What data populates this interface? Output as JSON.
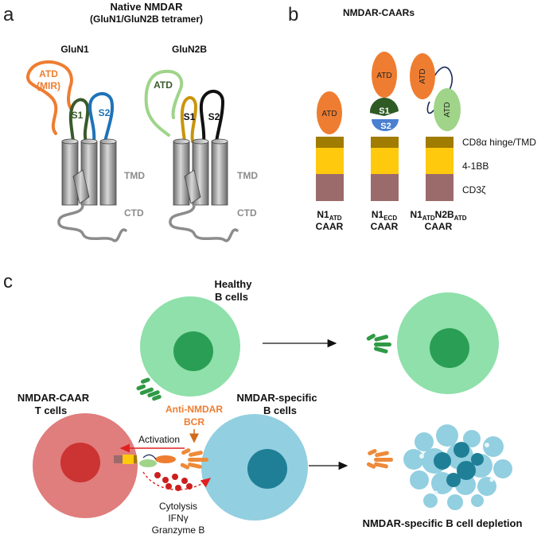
{
  "colors": {
    "orange": "#ee7d31",
    "darkgreen": "#3a5a2a",
    "blue": "#1f73b8",
    "lightgreen": "#9fd489",
    "goldline": "#c9950a",
    "gray": "#8c8c8c",
    "olive": "#a07c00",
    "yellow": "#ffc90e",
    "mauve": "#9b6b6b",
    "healthy_cell": "#8fe0aa",
    "healthy_nucleus": "#2a9e55",
    "tcell": "#e07d7d",
    "tcell_nucleus": "#cc3333",
    "bcell": "#92cfe0",
    "bcell_nucleus": "#1f7f96",
    "antibody_green": "#2f9a45",
    "antibody_orange": "#ee8a3a",
    "red": "#cc1f1f"
  },
  "panel_a": {
    "letter": "a",
    "title_line1": "Native NMDAR",
    "title_line2": "(GluN1/GluN2B tetramer)",
    "glun1": "GluN1",
    "glun2b": "GluN2B",
    "atd_mir_1": "ATD",
    "atd_mir_2": "(MIR)",
    "s1": "S1",
    "s2": "S2",
    "atd": "ATD",
    "tmd": "TMD",
    "ctd": "CTD"
  },
  "panel_b": {
    "letter": "b",
    "title": "NMDAR-CAARs",
    "atd": "ATD",
    "s1": "S1",
    "s2": "S2",
    "legend": [
      "CD8α hinge/TMD",
      "4-1BB",
      "CD3ζ"
    ],
    "car1": {
      "line1_main": "N1",
      "line1_sub": "ATD",
      "line2": "CAAR"
    },
    "car2": {
      "line1_main": "N1",
      "line1_sub": "ECD",
      "line2": "CAAR"
    },
    "car3": {
      "main1": "N1",
      "sub1": "ATD",
      "main2": "N2B",
      "sub2": "ATD",
      "line2": "CAAR"
    }
  },
  "panel_c": {
    "letter": "c",
    "healthy_1": "Healthy",
    "healthy_2": "B cells",
    "tcells_1": "NMDAR-CAAR",
    "tcells_2": "T cells",
    "specific_1": "NMDAR-specific",
    "specific_2": "B cells",
    "bcr_1": "Anti-NMDAR",
    "bcr_2": "BCR",
    "activation": "Activation",
    "effect_1": "Cytolysis",
    "effect_2": "IFNγ",
    "effect_3": "Granzyme B",
    "depletion": "NMDAR-specific B cell depletion"
  }
}
